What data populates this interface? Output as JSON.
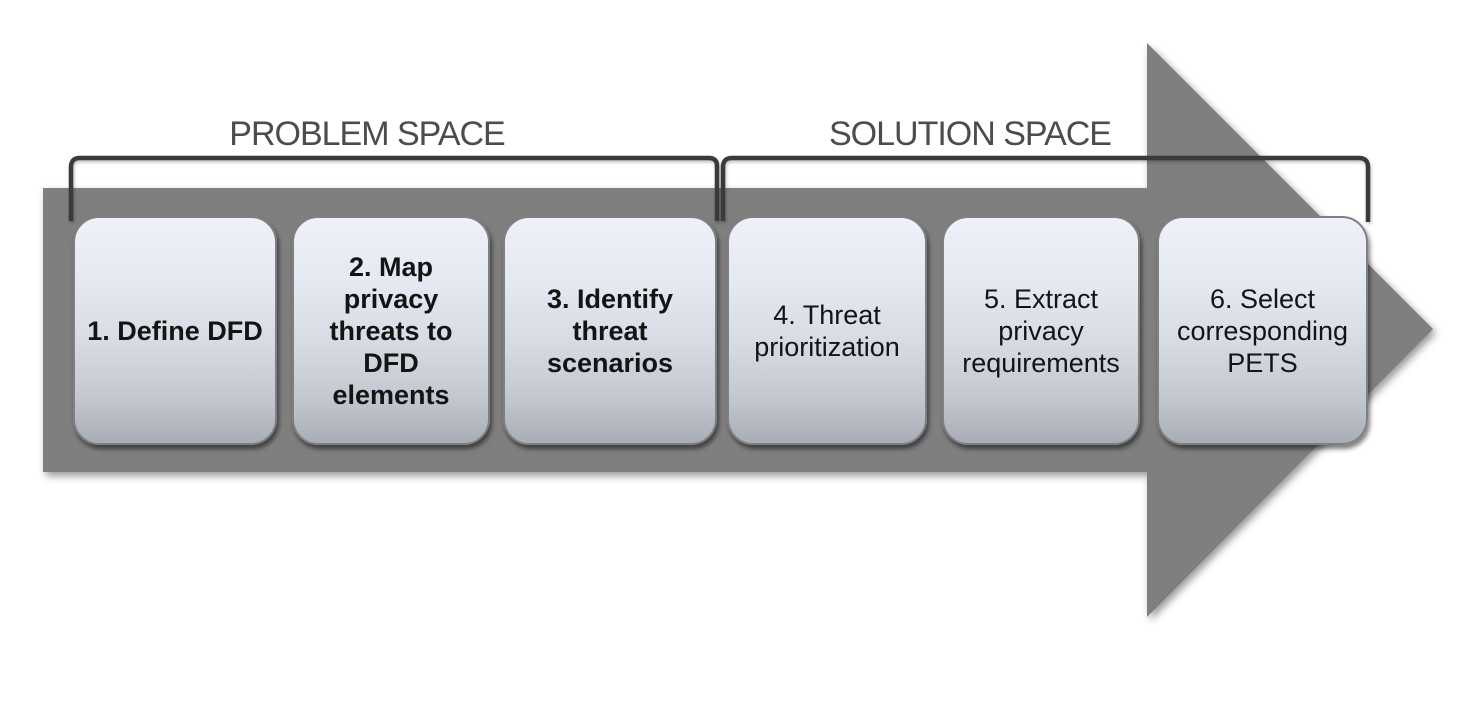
{
  "colors": {
    "arrow": "#7f7f7f",
    "bracket": "#3a3a3a",
    "space_label_text": "#4c4c4c",
    "box_border": "#808080",
    "box_gradient_top": "#eef1f9",
    "box_gradient_bottom": "#a9adb5",
    "box_text": "#141414"
  },
  "spaces": [
    {
      "label": "PROBLEM SPACE"
    },
    {
      "label": "SOLUTION SPACE"
    }
  ],
  "steps": [
    {
      "label": "1. Define DFD"
    },
    {
      "label": "2. Map\nprivacy\nthreats to\nDFD\nelements"
    },
    {
      "label": "3. Identify\nthreat\nscenarios"
    },
    {
      "label": "4. Threat\nprioritization"
    },
    {
      "label": "5. Extract\nprivacy\nrequirements"
    },
    {
      "label": "6. Select\ncorresponding\nPETS"
    }
  ]
}
